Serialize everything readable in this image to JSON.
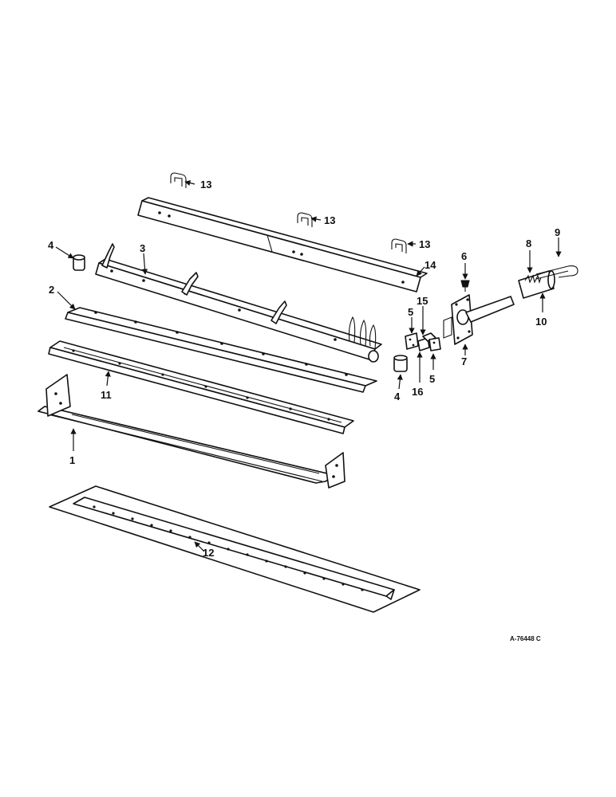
{
  "callouts": {
    "c1": "1",
    "c2": "2",
    "c3": "3",
    "c4a": "4",
    "c4b": "4",
    "c5a": "5",
    "c5b": "5",
    "c6": "6",
    "c7": "7",
    "c8": "8",
    "c9": "9",
    "c10": "10",
    "c11": "11",
    "c12": "12",
    "c13a": "13",
    "c13b": "13",
    "c13c": "13",
    "c14": "14",
    "c15": "15",
    "c16": "16"
  },
  "reference_code": "A-76448 C"
}
